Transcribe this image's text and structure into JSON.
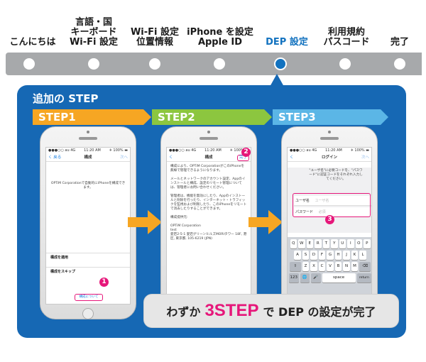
{
  "steps": [
    {
      "label": "こんにちは"
    },
    {
      "label": "言語・国\nキーボード\nWi-Fi 設定"
    },
    {
      "label": "Wi-Fi 設定\n位置情報"
    },
    {
      "label": "iPhone を設定\nApple ID"
    },
    {
      "label": "DEP 設定",
      "active": true
    },
    {
      "label": "利用規約\nパスコード"
    },
    {
      "label": "完了"
    }
  ],
  "panel": {
    "title": "追加の STEP",
    "step_tabs": [
      {
        "label": "STEP1",
        "color": "#f6a623"
      },
      {
        "label": "STEP2",
        "color": "#8cc63f"
      },
      {
        "label": "STEP3",
        "color": "#5bb6e6"
      }
    ]
  },
  "phone1": {
    "status_left": "●●●○○ au 4G",
    "status_time": "11:20 AM",
    "status_right": "✈ 100% ▬",
    "nav_back": "く 戻る",
    "nav_title": "構成",
    "nav_next": "次へ",
    "body": "OPTiM Corporationで自動的にiPhoneを構成できます。",
    "option1": "構成を適用",
    "option2": "構成をスキップ",
    "about": "構成について",
    "badge": "1"
  },
  "phone2": {
    "status_left": "●●●○○ au 4G",
    "status_time": "11:20 AM",
    "status_right": "✈ 100% ▬",
    "nav_back": "く",
    "nav_title": "構成",
    "nav_done": "完了",
    "body": "構成により、OPTiM CorporationがこのiPhoneを無線で管理できるようになります。\n\nメールとネットワークのアカウント設定、Appのインストールと構成、設定のリモート管理については、管理者にお問い合わせください。\n\n管理者は、機能を無効にしたり、Appのインストールと削除を行ったり、インターネット・トラフィックを監視および制限したり、このiPhoneをリモートで消去したりすることができます。\n\n構成提供元:\n\nOPTiM Corporation\ntest\n愛宕2-5-1 愛宕グリーンヒルズMORIタワー 18F, 港区, 東京都, 105-6219 (JPN)",
    "badge": "2"
  },
  "phone3": {
    "status_left": "●●●○○ au 4G",
    "status_time": "11:20 AM",
    "status_right": "✈ 100% ▬",
    "nav_back": "く",
    "nav_title": "ログイン",
    "nav_next": "次へ",
    "intro": "\"ユーザ名\"に必要コードを、\"パスワード\"に認証コードをそれぞれ入力してください。",
    "user_label": "ユーザ名",
    "user_placeholder": "ユーザ名",
    "pass_label": "パスワード",
    "pass_placeholder": "必須",
    "badge": "3",
    "keys_row1": [
      "Q",
      "W",
      "E",
      "R",
      "T",
      "Y",
      "U",
      "I",
      "O",
      "P"
    ],
    "keys_row2": [
      "A",
      "S",
      "D",
      "F",
      "G",
      "H",
      "J",
      "K",
      "L"
    ],
    "keys_row3": [
      "⇧",
      "Z",
      "X",
      "C",
      "V",
      "B",
      "N",
      "M",
      "⌫"
    ],
    "key_num": "123",
    "key_globe": "🌐",
    "key_mic": "🎤",
    "key_space": "space",
    "key_return": "return"
  },
  "banner": {
    "prefix": "わずか",
    "highlight": "3STEP",
    "suffix": "で DEP の設定が完了"
  }
}
